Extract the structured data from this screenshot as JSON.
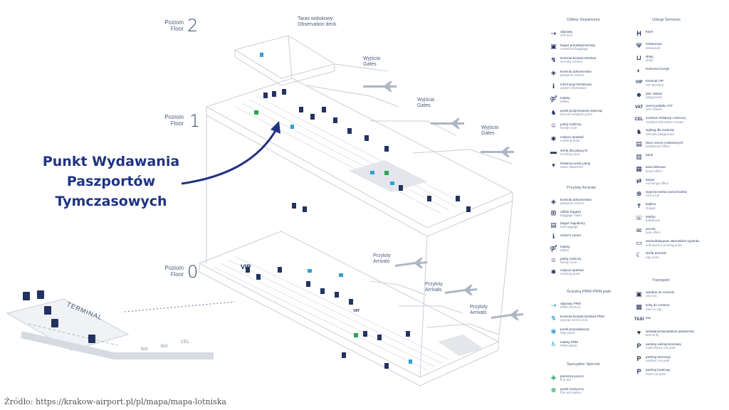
{
  "floors": [
    {
      "word": "Poziom",
      "word_en": "Floor",
      "num": "2"
    },
    {
      "word": "Poziom",
      "word_en": "Floor",
      "num": "1"
    },
    {
      "word": "Poziom",
      "word_en": "Floor",
      "num": "0"
    }
  ],
  "callout": {
    "line1": "Punkt Wydawania",
    "line2": "Paszportów",
    "line3": "Tymczasowych"
  },
  "map_labels": {
    "taras_pl": "Taras widokowy",
    "taras_en": "Observation deck",
    "gates": [
      {
        "pl": "Wyjścia",
        "en": "Gates"
      },
      {
        "pl": "Wyjścia",
        "en": "Gates"
      },
      {
        "pl": "Wyjścia",
        "en": "Gates"
      }
    ],
    "arrivals": [
      {
        "pl": "Przyloty",
        "en": "Arrivals"
      },
      {
        "pl": "Przyloty",
        "en": "Arrivals"
      },
      {
        "pl": "Przyloty",
        "en": "Arrivals"
      }
    ],
    "terminal": "TERMINAL",
    "vip": "VIP",
    "vat": "VAT",
    "bai": "BAI",
    "cel": "CEL"
  },
  "legend": {
    "departures": {
      "title": "Odloty Departures",
      "items": [
        {
          "pl": "odprawy",
          "en": "check-in",
          "icon": "check-in-icon",
          "glyph": "⇢"
        },
        {
          "pl": "bagaż ponadwymiarowy",
          "en": "oversized baggage",
          "icon": "oversized-baggage-icon",
          "glyph": "▣"
        },
        {
          "pl": "kontrola bezpieczeństwa",
          "en": "security control",
          "icon": "security-control-icon",
          "glyph": "↯"
        },
        {
          "pl": "kontrola dokumentów",
          "en": "passport control",
          "icon": "passport-control-icon",
          "glyph": "◈"
        },
        {
          "pl": "informacja lotniskowa",
          "en": "airport information",
          "icon": "information-icon",
          "glyph": "ℹ"
        },
        {
          "pl": "toalety",
          "en": "toilets",
          "icon": "toilets-icon",
          "glyph": "⚤"
        },
        {
          "pl": "punkt przyjmowania zwierząt",
          "en": "animal reception point",
          "icon": "animal-reception-icon",
          "glyph": "♞"
        },
        {
          "pl": "pokój rodzinny",
          "en": "family room",
          "icon": "family-room-icon",
          "glyph": "☺"
        },
        {
          "pl": "miejsce spotkań",
          "en": "meeting point",
          "icon": "meeting-point-icon",
          "glyph": "✱"
        },
        {
          "pl": "strefa dla palących",
          "en": "smoking area",
          "icon": "smoking-area-icon",
          "glyph": "▬"
        },
        {
          "pl": "fontanna wody pitnej",
          "en": "water dispenser",
          "icon": "water-dispenser-icon",
          "glyph": "▾"
        }
      ]
    },
    "arrivals": {
      "title": "Przyloty Arrivals",
      "items": [
        {
          "pl": "kontrola dokumentów",
          "en": "passport control",
          "icon": "passport-control-icon",
          "glyph": "◈"
        },
        {
          "pl": "odbiór bagażu",
          "en": "baggage claim",
          "icon": "baggage-claim-icon",
          "glyph": "⊞"
        },
        {
          "pl": "bagaż zagubiony",
          "en": "lost luggage",
          "icon": "lost-luggage-icon",
          "glyph": "▤"
        },
        {
          "pl": "visitor's centre",
          "en": "",
          "icon": "visitors-centre-icon",
          "glyph": "ℹ"
        },
        {
          "pl": "toalety",
          "en": "toilets",
          "icon": "toilets-icon",
          "glyph": "⚤"
        },
        {
          "pl": "pokój rodzinny",
          "en": "family room",
          "icon": "family-room-icon",
          "glyph": "☺"
        },
        {
          "pl": "miejsce spotkań",
          "en": "meeting point",
          "icon": "meeting-point-icon",
          "glyph": "✱"
        }
      ]
    },
    "prm": {
      "title": "Ścieżka PRM PRM path",
      "items": [
        {
          "pl": "odprawy PRM",
          "en": "PRM check-in",
          "icon": "prm-check-in-icon",
          "glyph": "⇢"
        },
        {
          "pl": "kontrola bezpieczeństwa PRM",
          "en": "special service line",
          "icon": "prm-security-icon",
          "glyph": "↯"
        },
        {
          "pl": "punkt przywoławczy",
          "en": "help point",
          "icon": "help-point-icon",
          "glyph": "◉"
        },
        {
          "pl": "toalety PRM",
          "en": "PRM toilets",
          "icon": "prm-toilets-icon",
          "glyph": "♿"
        }
      ]
    },
    "special": {
      "title": "Specjalne Special",
      "items": [
        {
          "pl": "pierwsza pomoc",
          "en": "first aid",
          "icon": "first-aid-icon",
          "glyph": "✚"
        },
        {
          "pl": "punkt medyczny",
          "en": "first aid station",
          "icon": "medical-point-icon",
          "glyph": "⊕"
        }
      ]
    },
    "services": {
      "title": "Usługi Services",
      "items": [
        {
          "pl": "hotel",
          "en": "",
          "icon": "hotel-icon",
          "glyph": "H"
        },
        {
          "pl": "restauracja",
          "en": "restaurant",
          "icon": "restaurant-icon",
          "glyph": "Ψ"
        },
        {
          "pl": "sklep",
          "en": "shop",
          "icon": "shop-icon",
          "glyph": "⊔"
        },
        {
          "pl": "business lounge",
          "en": "",
          "icon": "business-lounge-icon",
          "glyph": "◐"
        },
        {
          "pl": "terminal VIP",
          "en": "VIP terminal",
          "icon": "vip-terminal-icon",
          "glyph": "VIP"
        },
        {
          "pl": "plac zabaw",
          "en": "playground",
          "icon": "playground-icon",
          "glyph": "☻"
        },
        {
          "pl": "zwrot podatku VAT",
          "en": "VAT refund",
          "icon": "vat-refund-icon",
          "glyph": "VAT"
        },
        {
          "pl": "Centrum Edukacji Lotniczej",
          "en": "Aviation Education Centre",
          "icon": "aviation-education-icon",
          "glyph": "CEL"
        },
        {
          "pl": "wybieg dla zwierząt",
          "en": "animals playground",
          "icon": "animals-playground-icon",
          "glyph": "♞"
        },
        {
          "pl": "biuro rzeczy znalezionych",
          "en": "lost&found office",
          "icon": "lost-found-icon",
          "glyph": "▤"
        },
        {
          "pl": "bank",
          "en": "",
          "icon": "bank-icon",
          "glyph": "▥"
        },
        {
          "pl": "kasa biletowa",
          "en": "ticket office",
          "icon": "ticket-office-icon",
          "glyph": "▦"
        },
        {
          "pl": "kantor",
          "en": "exchange office",
          "icon": "exchange-office-icon",
          "glyph": "⇄"
        },
        {
          "pl": "wypożyczalnia samochodów",
          "en": "rent a car",
          "icon": "rent-a-car-icon",
          "glyph": "⊛"
        },
        {
          "pl": "kaplica",
          "en": "chapel",
          "icon": "chapel-icon",
          "glyph": "✝"
        },
        {
          "pl": "telefon",
          "en": "telephone",
          "icon": "telephone-icon",
          "glyph": "☏"
        },
        {
          "pl": "poczta",
          "en": "post office",
          "icon": "post-office-icon",
          "glyph": "✉"
        },
        {
          "pl": "samoobsługowe stanowisko wydruku",
          "en": "self-service printing point",
          "icon": "printing-point-icon",
          "glyph": "▭"
        },
        {
          "pl": "strefa drzemki",
          "en": "nap zone",
          "icon": "nap-zone-icon",
          "glyph": "☾"
        }
      ]
    },
    "transport": {
      "title": "Transport",
      "items": [
        {
          "pl": "autobus do centrum",
          "en": "city bus",
          "icon": "bus-icon",
          "glyph": "▣"
        },
        {
          "pl": "kolej do centrum",
          "en": "train to city",
          "icon": "train-icon",
          "glyph": "▩"
        },
        {
          "pl": "taxi",
          "en": "",
          "icon": "taxi-icon",
          "glyph": "TAXI"
        },
        {
          "pl": "wsiadanie/wysiadanie pasażerów",
          "en": "kiss & fly",
          "icon": "kiss-fly-icon",
          "glyph": "♥"
        },
        {
          "pl": "parking wielopoziomowy",
          "en": "multi-storey car park",
          "icon": "multi-storey-parking-icon",
          "glyph": "P"
        },
        {
          "pl": "parking terenowy",
          "en": "outdoor car park",
          "icon": "outdoor-parking-icon",
          "glyph": "P"
        },
        {
          "pl": "parking hotelowy",
          "en": "hotel car park",
          "icon": "hotel-parking-icon",
          "glyph": "P"
        }
      ]
    }
  },
  "source": "Źródło: https://krakow-airport.pl/pl/mapa/mapa-lotniska",
  "colors": {
    "navy": "#1f3382",
    "accent_blue": "#2f9fd6",
    "green": "#2aa454",
    "line": "#c9ced8"
  }
}
